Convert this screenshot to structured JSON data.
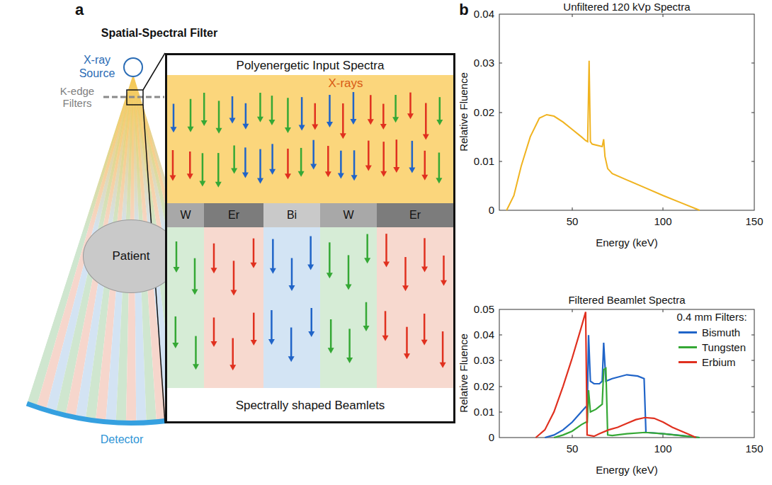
{
  "diagram": {
    "nodes": [
      {
        "text": [
          "X-ray Source"
        ]
      },
      {
        "text": [
          "Patient"
        ]
      },
      {
        "text": [
          "Polyenergetic Input Spectra",
          "Spectrally shaped Beamlets"
        ]
      },
      {
        "text": [
          "X-rays"
        ],
        "in": 2
      },
      {
        "text": [
          "W"
        ],
        "in": 2
      },
      {
        "text": [
          "Er"
        ],
        "in": 2
      },
      {
        "text": [
          "Bi"
        ],
        "in": 2
      },
      {
        "text": [
          "W"
        ],
        "in": 2
      },
      {
        "text": [
          "Er"
        ],
        "in": 2
      }
    ],
    "labels": [
      "a",
      "Spatial-Spectral Filter",
      "K-edge Filters",
      "Detector",
      "b",
      "Unfiltered 120 kVp Spectra",
      "0.04",
      "0.03",
      "0.02",
      "0.01",
      "0",
      "50",
      "100",
      "150",
      "Relative Fluence",
      "Energy (keV)",
      "Filtered Beamlet Spectra",
      "0.05",
      "0.04",
      "0.03",
      "0.02",
      "0.01",
      "0",
      "50",
      "100",
      "150",
      "Relative Fluence",
      "Energy (keV)",
      "0.4 mm Filters:"
    ],
    "legend": [
      {
        "text": "Bismuth",
        "color": "#2064c8"
      },
      {
        "text": "Tungsten",
        "color": "#35a835"
      },
      {
        "text": "Erbium",
        "color": "#e0301f"
      }
    ]
  }
}
